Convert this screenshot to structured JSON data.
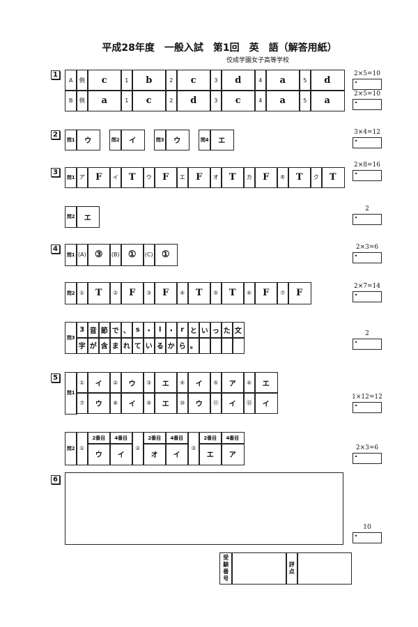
{
  "header": {
    "title": "平成28年度　一般入試　第1回　英　語（解答用紙）",
    "school": "佼成学園女子高等学校"
  },
  "sections": [
    "1",
    "2",
    "3",
    "4",
    "5",
    "6"
  ],
  "q1": {
    "rowA": {
      "label": "A",
      "ex_label": "例",
      "ex": "c",
      "nums": [
        "1",
        "2",
        "3",
        "4",
        "5"
      ],
      "answers": [
        "b",
        "c",
        "d",
        "a",
        "d"
      ]
    },
    "rowB": {
      "label": "B",
      "ex_label": "例",
      "ex": "a",
      "nums": [
        "1",
        "2",
        "3",
        "4",
        "5"
      ],
      "answers": [
        "c",
        "d",
        "c",
        "a",
        "a"
      ]
    },
    "scores": [
      "2×5=10",
      "2×5=10"
    ]
  },
  "q2": {
    "labels": [
      "問1",
      "問2",
      "問3",
      "問4"
    ],
    "answers": [
      "ウ",
      "イ",
      "ウ",
      "エ"
    ],
    "score": "3×4=12"
  },
  "q3": {
    "q1_label": "問1",
    "nums": [
      "ア",
      "イ",
      "ウ",
      "エ",
      "オ",
      "カ",
      "キ",
      "ク"
    ],
    "answers": [
      "F",
      "T",
      "F",
      "F",
      "T",
      "F",
      "T",
      "T"
    ],
    "score1": "2×8=16",
    "q2_label": "問2",
    "q2_answer": "エ",
    "score2": "2"
  },
  "q4": {
    "q1_label": "問1",
    "q1_nums": [
      "(A)",
      "(B)",
      "(C)"
    ],
    "q1_answers": [
      "③",
      "①",
      "①"
    ],
    "score1": "2×3=6",
    "q2_label": "問2",
    "q2_nums": [
      "①",
      "②",
      "③",
      "④",
      "⑤",
      "⑥",
      "⑦"
    ],
    "q2_answers": [
      "T",
      "F",
      "F",
      "T",
      "T",
      "F",
      "F"
    ],
    "score2": "2×7=14",
    "q3_label": "問3",
    "q3_row1": [
      "3",
      "音",
      "節",
      "で",
      "、",
      "s",
      "・",
      "l",
      "・",
      "r",
      "と",
      "い",
      "っ",
      "た",
      "文"
    ],
    "q3_row2": [
      "字",
      "が",
      "含",
      "ま",
      "れ",
      "て",
      "い",
      "る",
      "か",
      "ら",
      "。",
      "",
      "",
      "",
      ""
    ],
    "score3": "2"
  },
  "q5": {
    "q1_label": "問1",
    "q1_row1_nums": [
      "①",
      "②",
      "③",
      "④",
      "⑤",
      "⑥"
    ],
    "q1_row1": [
      "イ",
      "ウ",
      "エ",
      "イ",
      "ア",
      "エ"
    ],
    "q1_row2_nums": [
      "⑦",
      "⑧",
      "⑨",
      "⑩",
      "⑪",
      "⑫"
    ],
    "q1_row2": [
      "ウ",
      "イ",
      "エ",
      "ウ",
      "イ",
      "イ"
    ],
    "score1": "1×12=12",
    "q2_label": "問2",
    "q2_nums": [
      "①",
      "②",
      "③"
    ],
    "q2_headers": [
      "2番目",
      "4番目"
    ],
    "q2_answers": [
      [
        "ウ",
        "イ"
      ],
      [
        "オ",
        "イ"
      ],
      [
        "エ",
        "ア"
      ]
    ],
    "score2": "2×3=6"
  },
  "q6": {
    "score": "10"
  },
  "footer": {
    "exam_number_label": "受験番号",
    "grade_label": "評点"
  }
}
